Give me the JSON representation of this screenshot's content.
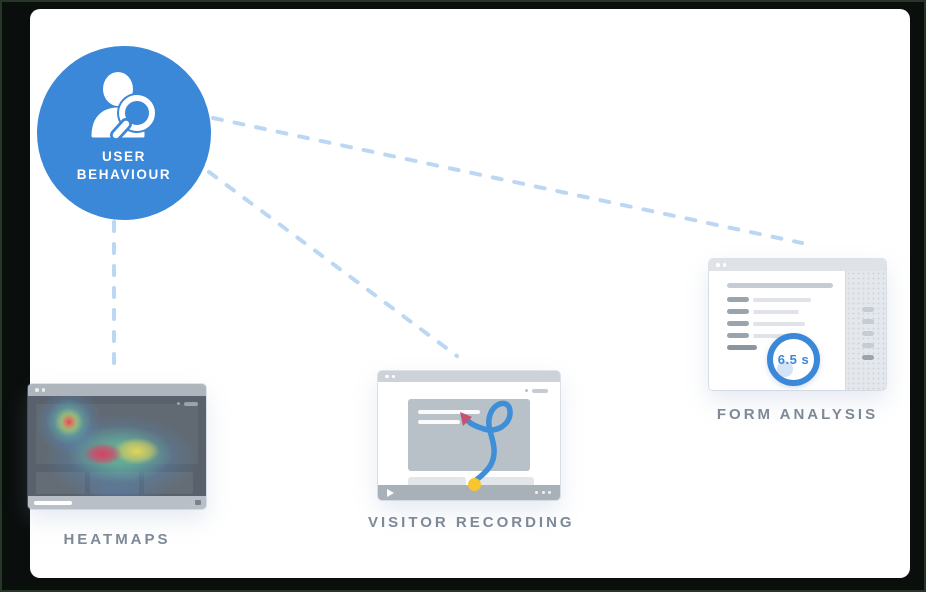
{
  "hub": {
    "label_line1": "USER",
    "label_line2": "BEHAVIOUR",
    "icon": "user-search-icon",
    "color": "#3b87d8",
    "text_color": "#ffffff"
  },
  "connectors": {
    "style": "dashed",
    "color": "#bcd7f3",
    "targets": [
      "heatmaps",
      "visitor-recording",
      "form-analysis"
    ]
  },
  "nodes": {
    "heatmaps": {
      "label": "HEATMAPS",
      "type": "browser-window-with-heatmap"
    },
    "visitor_recording": {
      "label": "VISITOR RECORDING",
      "type": "browser-window-session-replay"
    },
    "form_analysis": {
      "label": "FORM ANALYSIS",
      "type": "browser-window-form",
      "badge_value": "6.5 s"
    }
  },
  "palette": {
    "accent_blue": "#3b87d8",
    "connector_blue": "#bcd7f3",
    "label_gray": "#7e8997",
    "cursor_red": "#c5526e",
    "marker_yellow": "#f6c531",
    "heatmap_window_bg": "#59626c",
    "frame_black": "#0a0e0c"
  }
}
